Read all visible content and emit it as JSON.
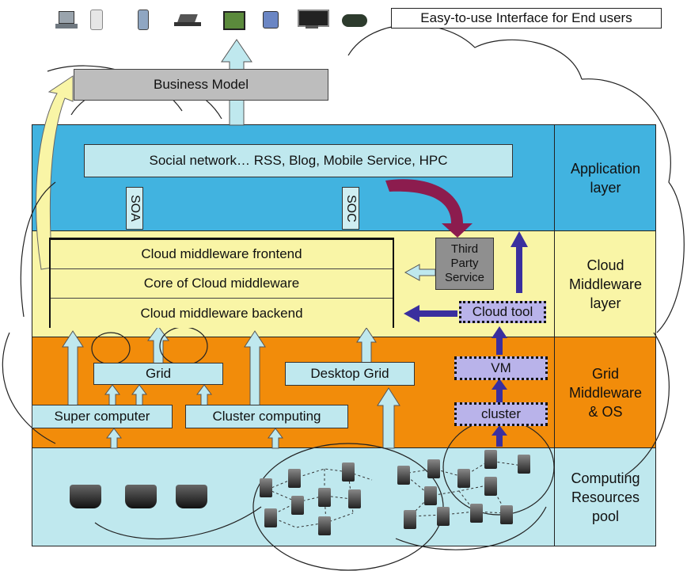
{
  "header": {
    "end_user_label": "Easy-to-use Interface for End users"
  },
  "device_icons": [
    "desktop-pc-icon",
    "ipod-icon",
    "mobile-phone-icon",
    "laptop-icon",
    "tablet-icon",
    "pda-icon",
    "monitor-icon",
    "game-controller-icon"
  ],
  "business_model": "Business Model",
  "application": {
    "services": "Social network… RSS, Blog, Mobile Service, HPC",
    "soa": "SOA",
    "soc": "SOC",
    "label": "Application layer"
  },
  "middleware": {
    "frontend": "Cloud middleware frontend",
    "core": "Core of Cloud middleware",
    "backend": "Cloud middleware backend",
    "third_party": "Third Party Service",
    "cloud_tool": "Cloud tool",
    "label": "Cloud Middleware layer"
  },
  "grid": {
    "grid_box": "Grid",
    "desktop_grid": "Desktop Grid",
    "super_computer": "Super computer",
    "cluster_computing": "Cluster computing",
    "vm": "VM",
    "cluster": "cluster",
    "label": "Grid Middleware & OS"
  },
  "resources": {
    "label": "Computing Resources pool"
  },
  "colors": {
    "application": "#41b3e0",
    "middleware": "#f9f5a6",
    "grid": "#f28c0a",
    "resources": "#bfe8ee",
    "arrow_light": "#bfe8ee",
    "arrow_dark": "#3a2f9e",
    "curved_arrow": "#8c1c4e"
  }
}
